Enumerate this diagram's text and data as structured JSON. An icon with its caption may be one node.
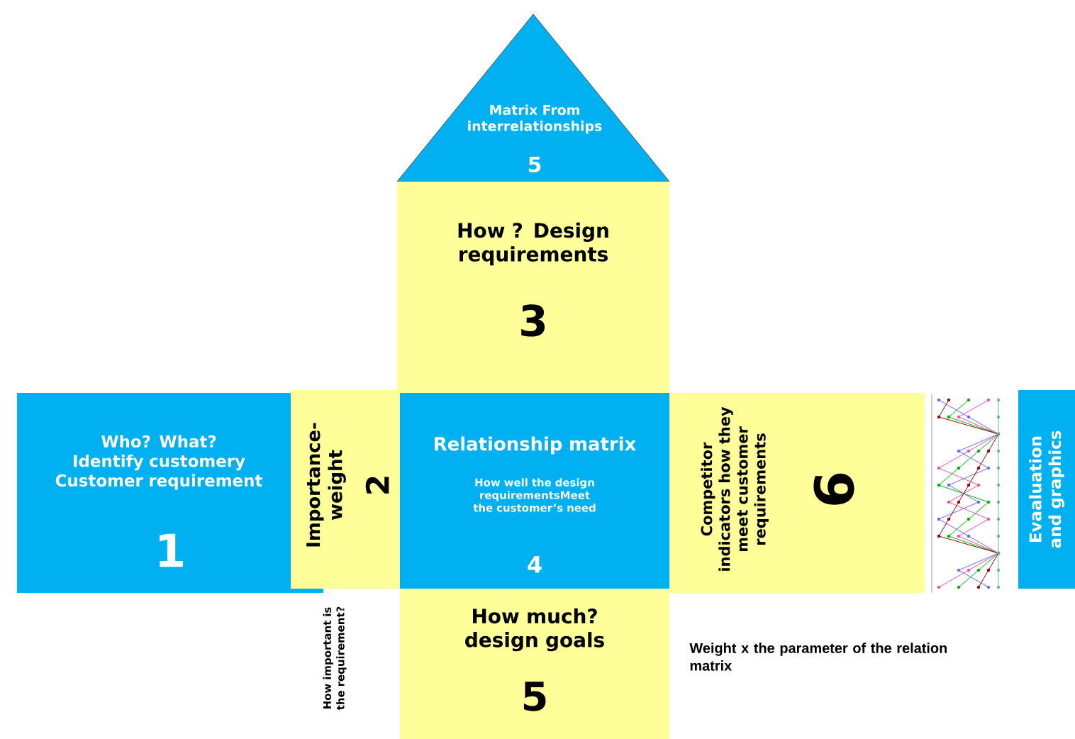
{
  "diagram": {
    "nodes": [
      {
        "text": [
          "Matrix From interrelationships",
          "5"
        ]
      },
      {
        "text": [
          "How ? Design requirements",
          "3"
        ]
      },
      {
        "text": [
          "Who? What? Identify customery Customer requirement",
          "1"
        ]
      },
      {
        "text": [
          "Importance-weight",
          "2"
        ]
      },
      {
        "text": [
          "Relationship matrix",
          "How well the design requirementsMeet the customer’s need",
          "4"
        ]
      },
      {
        "text": [
          "Competitor indicators how they meet customer requirements",
          "6"
        ]
      },
      {
        "text": [
          "Evaaluation and graphics"
        ]
      },
      {
        "text": [
          "How much? design goals",
          "5"
        ]
      }
    ],
    "labels": [
      "How important is the requirement?",
      "Weight x the parameter of the relation matrix"
    ]
  }
}
